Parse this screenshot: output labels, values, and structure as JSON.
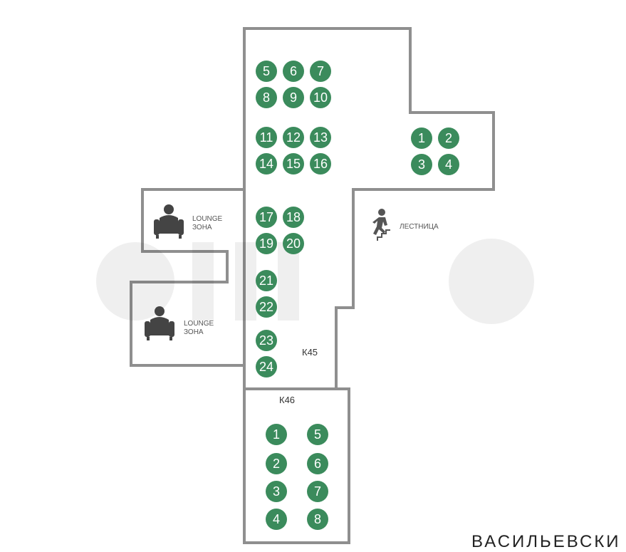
{
  "colors": {
    "seat": "#3b8b5c",
    "wall": "#8f8f8f",
    "text": "#555555"
  },
  "room_k45": {
    "label": "К45",
    "seats": [
      "5",
      "6",
      "7",
      "8",
      "9",
      "10",
      "11",
      "12",
      "13",
      "14",
      "15",
      "16",
      "17",
      "18",
      "19",
      "20",
      "21",
      "22",
      "23",
      "24"
    ]
  },
  "annex": {
    "seats": [
      "1",
      "2",
      "3",
      "4"
    ]
  },
  "room_k46": {
    "label": "К46",
    "seats": [
      "1",
      "2",
      "3",
      "4",
      "5",
      "6",
      "7",
      "8"
    ]
  },
  "lounge_top": {
    "line1": "LOUNGE",
    "line2": "ЗОНА",
    "icon": "armchair-person-icon"
  },
  "lounge_bottom": {
    "line1": "LOUNGE",
    "line2": "ЗОНА",
    "icon": "armchair-person-icon"
  },
  "stairs": {
    "label": "ЛЕСТНИЦА",
    "icon": "stairs-person-icon"
  },
  "street": {
    "text": "ВАСИЛЬЕВСКИ"
  }
}
